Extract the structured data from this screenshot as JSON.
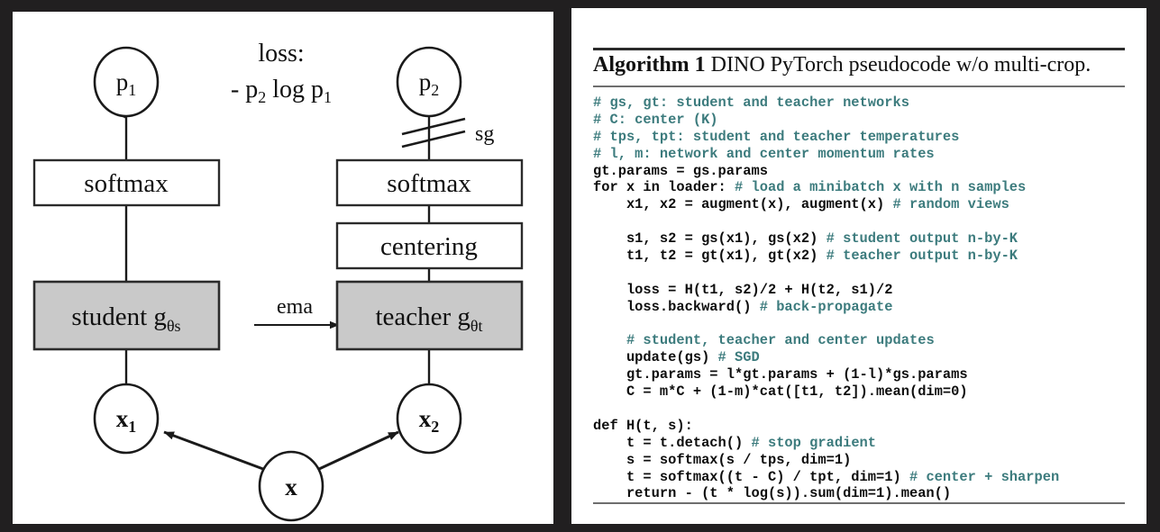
{
  "colors": {
    "background": "#211f20",
    "panel": "#ffffff",
    "comment_teal": "#3c7b7d",
    "code_black": "#0d0d0d",
    "box_gray": "#c9c9c9",
    "stroke": "#2b2b2b"
  },
  "diagram": {
    "name": "dino-self-distillation-diagram",
    "loss_label_line1": "loss:",
    "loss_label_line2": "- p",
    "loss_label_sub1": "2",
    "loss_label_mid": " log p",
    "loss_label_sub2": "1",
    "nodes": {
      "p1": "p",
      "p1_sub": "1",
      "p2": "p",
      "p2_sub": "2",
      "x1": "x",
      "x1_sub": "1",
      "x2": "x",
      "x2_sub": "2",
      "x": "x"
    },
    "boxes": {
      "softmax_left": "softmax",
      "softmax_right": "softmax",
      "centering": "centering",
      "student": "student g",
      "student_sub": "θs",
      "teacher": "teacher g",
      "teacher_sub": "θt"
    },
    "edges": {
      "ema": "ema",
      "sg": "sg"
    }
  },
  "algorithm": {
    "title_strong": "Algorithm 1",
    "title_rest": " DINO PyTorch pseudocode w/o multi-crop.",
    "code_lines": [
      [
        {
          "t": "# gs, gt: student and teacher networks",
          "c": "cmt"
        }
      ],
      [
        {
          "t": "# C: center (K)",
          "c": "cmt"
        }
      ],
      [
        {
          "t": "# tps, tpt: student and teacher temperatures",
          "c": "cmt"
        }
      ],
      [
        {
          "t": "# l, m: network and center momentum rates",
          "c": "cmt"
        }
      ],
      [
        {
          "t": "gt.params = gs.params",
          "c": "code"
        }
      ],
      [
        {
          "t": "for x in loader: ",
          "c": "code"
        },
        {
          "t": "# load a minibatch x with n samples",
          "c": "cmt"
        }
      ],
      [
        {
          "t": "    x1, x2 = augment(x), augment(x) ",
          "c": "code"
        },
        {
          "t": "# random views",
          "c": "cmt"
        }
      ],
      [
        {
          "t": "",
          "c": "code"
        }
      ],
      [
        {
          "t": "    s1, s2 = gs(x1), gs(x2) ",
          "c": "code"
        },
        {
          "t": "# student output n-by-K",
          "c": "cmt"
        }
      ],
      [
        {
          "t": "    t1, t2 = gt(x1), gt(x2) ",
          "c": "code"
        },
        {
          "t": "# teacher output n-by-K",
          "c": "cmt"
        }
      ],
      [
        {
          "t": "",
          "c": "code"
        }
      ],
      [
        {
          "t": "    loss = H(t1, s2)/2 + H(t2, s1)/2",
          "c": "code"
        }
      ],
      [
        {
          "t": "    loss.backward() ",
          "c": "code"
        },
        {
          "t": "# back-propagate",
          "c": "cmt"
        }
      ],
      [
        {
          "t": "",
          "c": "code"
        }
      ],
      [
        {
          "t": "    ",
          "c": "code"
        },
        {
          "t": "# student, teacher and center updates",
          "c": "cmt"
        }
      ],
      [
        {
          "t": "    update(gs) ",
          "c": "code"
        },
        {
          "t": "# SGD",
          "c": "cmt"
        }
      ],
      [
        {
          "t": "    gt.params = l*gt.params + (1-l)*gs.params",
          "c": "code"
        }
      ],
      [
        {
          "t": "    C = m*C + (1-m)*cat([t1, t2]).mean(dim=0)",
          "c": "code"
        }
      ],
      [
        {
          "t": "",
          "c": "code"
        }
      ],
      [
        {
          "t": "def H(t, s):",
          "c": "code"
        }
      ],
      [
        {
          "t": "    t = t.detach() ",
          "c": "code"
        },
        {
          "t": "# stop gradient",
          "c": "cmt"
        }
      ],
      [
        {
          "t": "    s = softmax(s / tps, dim=1)",
          "c": "code"
        }
      ],
      [
        {
          "t": "    t = softmax((t - C) / tpt, dim=1) ",
          "c": "code"
        },
        {
          "t": "# center + sharpen",
          "c": "cmt"
        }
      ],
      [
        {
          "t": "    return - (t * log(s)).sum(dim=1).mean()",
          "c": "code"
        }
      ]
    ]
  }
}
